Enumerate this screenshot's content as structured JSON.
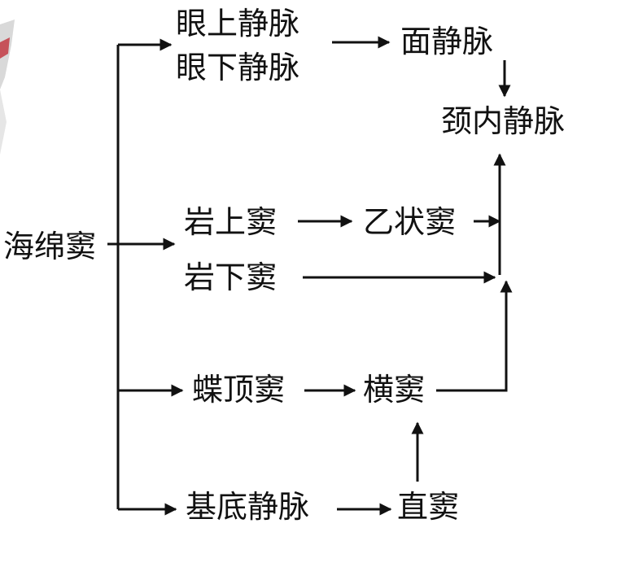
{
  "nodes": {
    "cavernous": "海绵窦",
    "sup_ophthalmic": "眼上静脉",
    "inf_ophthalmic": "眼下静脉",
    "facial": "面静脉",
    "int_jugular": "颈内静脉",
    "sup_petrosal": "岩上窦",
    "sigmoid": "乙状窦",
    "inf_petrosal": "岩下窦",
    "sphenoparietal": "蝶顶窦",
    "transverse": "横窦",
    "basilar": "基底静脉",
    "straight": "直窦"
  },
  "colors": {
    "text": "#111111",
    "line": "#111111",
    "background": "#ffffff",
    "corner_accent": "#c0303a"
  }
}
